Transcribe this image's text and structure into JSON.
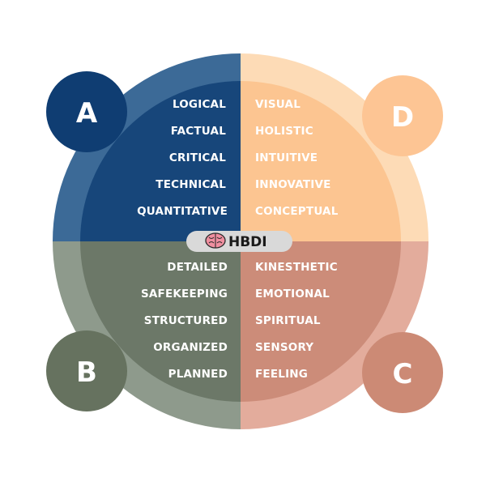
{
  "center_label": "HBDI",
  "quadrants": {
    "A": {
      "letter": "A",
      "items": [
        "LOGICAL",
        "FACTUAL",
        "CRITICAL",
        "TECHNICAL",
        "QUANTITATIVE"
      ],
      "outer_color": "#3c6a97",
      "inner_color": "#17467a",
      "badge_color": "#0f3d72",
      "text_color": "#ffffff"
    },
    "B": {
      "letter": "B",
      "items": [
        "DETAILED",
        "SAFEKEEPING",
        "STRUCTURED",
        "ORGANIZED",
        "PLANNED"
      ],
      "outer_color": "#8e9a8c",
      "inner_color": "#6c7868",
      "badge_color": "#66725f",
      "text_color": "#ffffff"
    },
    "C": {
      "letter": "C",
      "items": [
        "KINESTHETIC",
        "EMOTIONAL",
        "SPIRITUAL",
        "SENSORY",
        "FEELING"
      ],
      "outer_color": "#e3ac9c",
      "inner_color": "#cc8c79",
      "badge_color": "#cc8a75",
      "text_color": "#ffffff"
    },
    "D": {
      "letter": "D",
      "items": [
        "VISUAL",
        "HOLISTIC",
        "INTUITIVE",
        "INNOVATIVE",
        "CONCEPTUAL"
      ],
      "outer_color": "#fddbb6",
      "inner_color": "#fcc591",
      "badge_color": "#fdc594",
      "text_color": "#ffffff"
    }
  }
}
